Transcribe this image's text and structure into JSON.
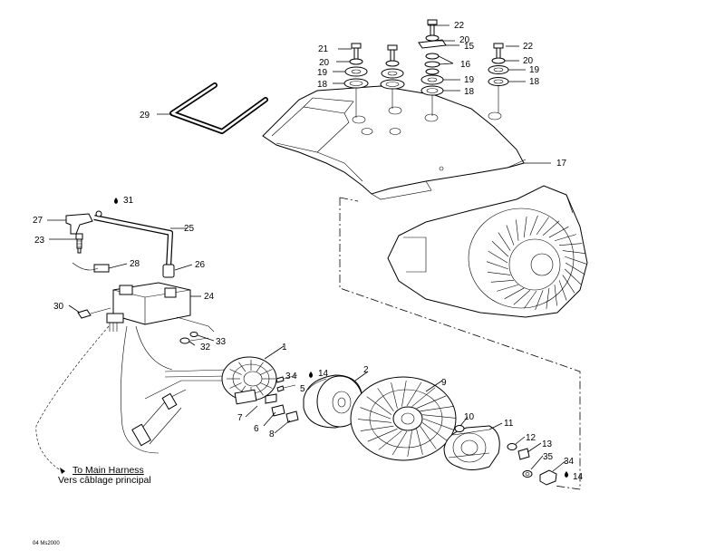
{
  "callouts": [
    {
      "id": "1",
      "text": "1"
    },
    {
      "id": "2",
      "text": "2"
    },
    {
      "id": "3",
      "text": "3"
    },
    {
      "id": "4",
      "text": "4"
    },
    {
      "id": "5",
      "text": "5"
    },
    {
      "id": "6",
      "text": "6"
    },
    {
      "id": "7",
      "text": "7"
    },
    {
      "id": "8",
      "text": "8"
    },
    {
      "id": "9",
      "text": "9"
    },
    {
      "id": "10",
      "text": "10"
    },
    {
      "id": "11",
      "text": "11"
    },
    {
      "id": "12",
      "text": "12"
    },
    {
      "id": "13",
      "text": "13"
    },
    {
      "id": "14a",
      "text": "14"
    },
    {
      "id": "14b",
      "text": "14"
    },
    {
      "id": "15",
      "text": "15"
    },
    {
      "id": "16",
      "text": "16"
    },
    {
      "id": "17",
      "text": "17"
    },
    {
      "id": "18a",
      "text": "18"
    },
    {
      "id": "18b",
      "text": "18"
    },
    {
      "id": "18c",
      "text": "18"
    },
    {
      "id": "19a",
      "text": "19"
    },
    {
      "id": "19b",
      "text": "19"
    },
    {
      "id": "19c",
      "text": "19"
    },
    {
      "id": "20a",
      "text": "20"
    },
    {
      "id": "20b",
      "text": "20"
    },
    {
      "id": "20c",
      "text": "20"
    },
    {
      "id": "21",
      "text": "21"
    },
    {
      "id": "22a",
      "text": "22"
    },
    {
      "id": "22b",
      "text": "22"
    },
    {
      "id": "23",
      "text": "23"
    },
    {
      "id": "24",
      "text": "24"
    },
    {
      "id": "25",
      "text": "25"
    },
    {
      "id": "26",
      "text": "26"
    },
    {
      "id": "27",
      "text": "27"
    },
    {
      "id": "28",
      "text": "28"
    },
    {
      "id": "29",
      "text": "29"
    },
    {
      "id": "30",
      "text": "30"
    },
    {
      "id": "31",
      "text": "31"
    },
    {
      "id": "32",
      "text": "32"
    },
    {
      "id": "33",
      "text": "33"
    },
    {
      "id": "34",
      "text": "34"
    },
    {
      "id": "35",
      "text": "35"
    }
  ],
  "harness_note": {
    "line1": "To Main Harness",
    "line2": "Vers câblage principal"
  },
  "drawing_code": "04 Ms2000"
}
